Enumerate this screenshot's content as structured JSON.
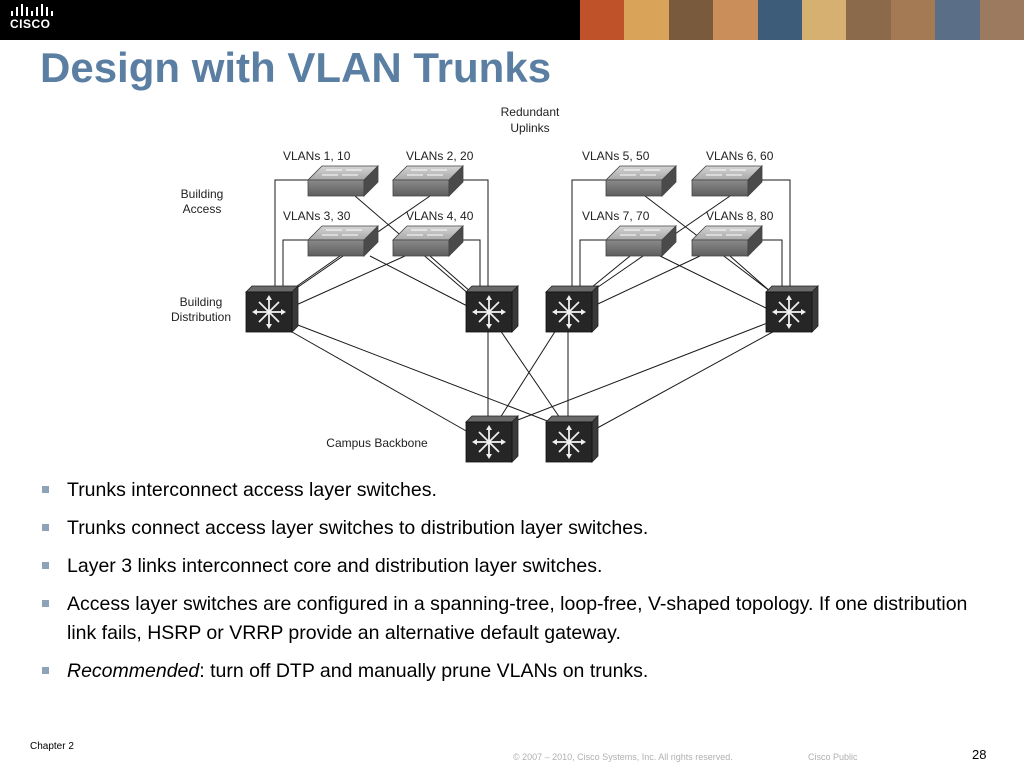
{
  "header": {
    "logo_text": "CISCO",
    "photo_colors": [
      "#c0522a",
      "#d9a35a",
      "#7a5a3c",
      "#c98e5a",
      "#3c5c7a",
      "#d5b070",
      "#8a6a4a",
      "#a47a55",
      "#5a6e88",
      "#9c7a60"
    ]
  },
  "title": "Design with VLAN Trunks",
  "diagram": {
    "labels": {
      "redundant_1": "Redundant",
      "redundant_2": "Uplinks",
      "building_access_1": "Building",
      "building_access_2": "Access",
      "building_distribution_1": "Building",
      "building_distribution_2": "Distribution",
      "campus_backbone": "Campus Backbone"
    },
    "vlans": {
      "a1": "VLANs 1, 10",
      "a2": "VLANs 2, 20",
      "a3": "VLANs 3, 30",
      "a4": "VLANs 4, 40",
      "a5": "VLANs 5, 50",
      "a6": "VLANs 6, 60",
      "a7": "VLANs 7, 70",
      "a8": "VLANs 8, 80"
    }
  },
  "bullets": [
    "Trunks interconnect access layer switches.",
    "Trunks connect access layer switches to distribution layer switches.",
    "Layer 3 links interconnect core and distribution layer switches.",
    "Access layer switches are configured in a spanning-tree, loop-free, V-shaped topology. If one distribution link fails, HSRP or VRRP provide an alternative default gateway."
  ],
  "recommended": {
    "em": "Recommended",
    "rest": ": turn off DTP and manually prune VLANs on trunks."
  },
  "footer": {
    "chapter": "Chapter 2",
    "copyright": "© 2007 – 2010, Cisco Systems, Inc. All rights reserved.",
    "classification": "Cisco Public",
    "page": "28"
  }
}
